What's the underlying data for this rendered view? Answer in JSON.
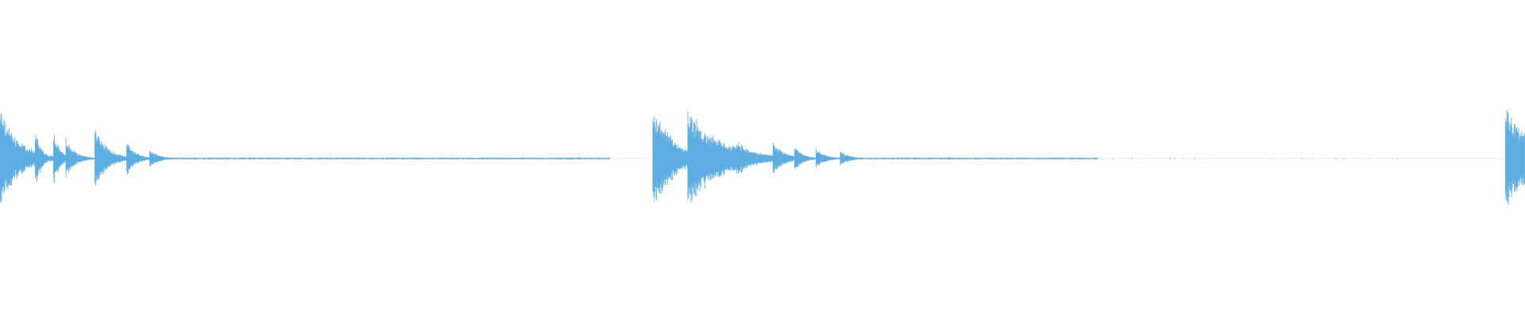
{
  "waveform": {
    "color": "#5dade2",
    "background": "#ffffff",
    "duration_fraction_segments": [
      {
        "start": 0.0,
        "end": 0.4,
        "kind": "decay"
      },
      {
        "start": 0.428,
        "end": 0.72,
        "kind": "decay"
      },
      {
        "start": 0.987,
        "end": 1.0,
        "kind": "burst"
      }
    ],
    "onsets": [
      {
        "t": 0.0,
        "amp": 0.95,
        "decay": 0.012
      },
      {
        "t": 0.023,
        "amp": 0.62,
        "decay": 0.004
      },
      {
        "t": 0.035,
        "amp": 0.55,
        "decay": 0.004
      },
      {
        "t": 0.043,
        "amp": 0.4,
        "decay": 0.006
      },
      {
        "t": 0.062,
        "amp": 0.62,
        "decay": 0.008
      },
      {
        "t": 0.083,
        "amp": 0.33,
        "decay": 0.006
      },
      {
        "t": 0.098,
        "amp": 0.18,
        "decay": 0.006
      },
      {
        "t": 0.428,
        "amp": 1.0,
        "decay": 0.014
      },
      {
        "t": 0.451,
        "amp": 0.92,
        "decay": 0.022
      },
      {
        "t": 0.483,
        "amp": 0.38,
        "decay": 0.01
      },
      {
        "t": 0.507,
        "amp": 0.3,
        "decay": 0.008
      },
      {
        "t": 0.521,
        "amp": 0.22,
        "decay": 0.006
      },
      {
        "t": 0.535,
        "amp": 0.2,
        "decay": 0.006
      },
      {
        "t": 0.551,
        "amp": 0.14,
        "decay": 0.006
      },
      {
        "t": 0.987,
        "amp": 1.0,
        "decay": 0.02
      }
    ],
    "noise_floor": 0.015
  }
}
